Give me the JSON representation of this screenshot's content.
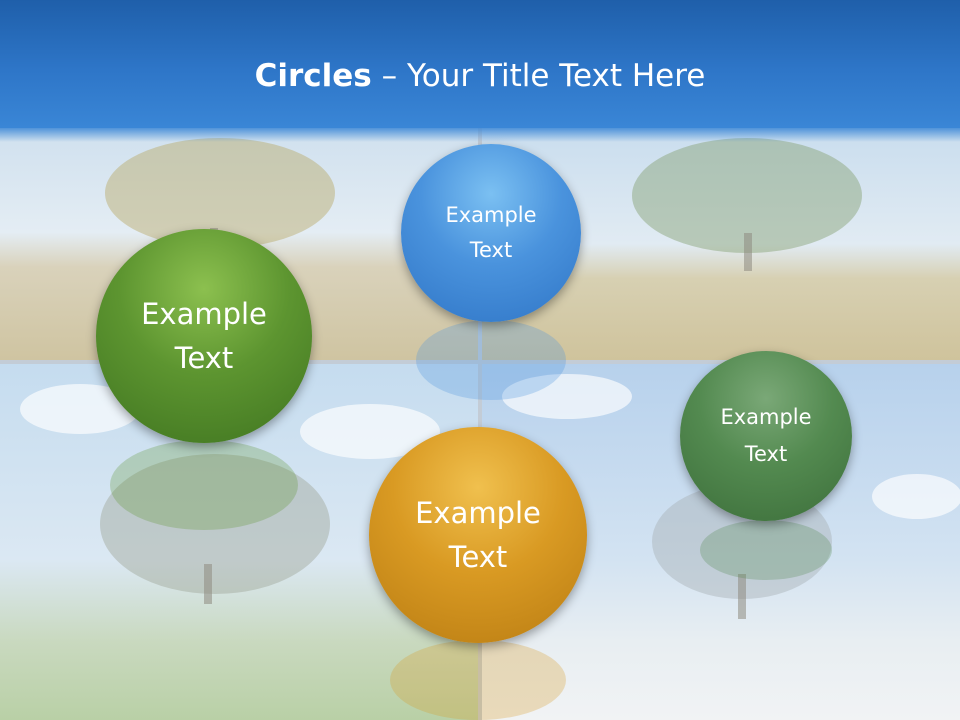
{
  "slide": {
    "title_bold": "Circles",
    "title_rest": " – Your Title Text Here",
    "circles": [
      {
        "line1": "Example",
        "line2": "Text",
        "color": "#5d9530"
      },
      {
        "line1": "Example",
        "line2": "Text",
        "color": "#4a93dd"
      },
      {
        "line1": "Example",
        "line2": "Text",
        "color": "#d99a23"
      },
      {
        "line1": "Example",
        "line2": "Text",
        "color": "#538a50"
      }
    ],
    "header_color": "#2e76c8"
  }
}
